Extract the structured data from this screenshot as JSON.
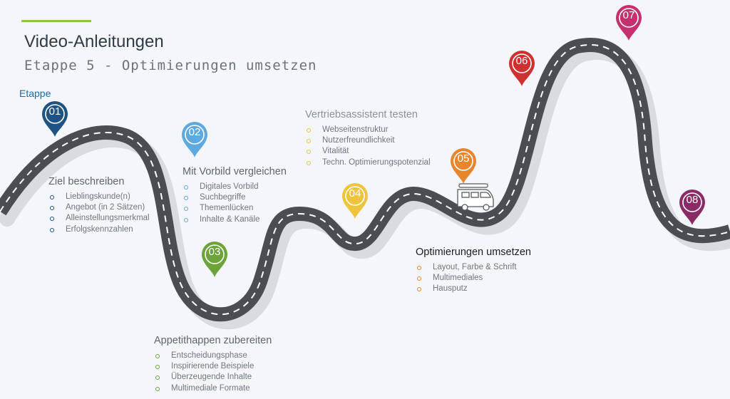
{
  "header": {
    "title": "Video-Anleitungen",
    "subtitle": "Etappe 5 - Optimierungen umsetzen",
    "etappe_label": "Etappe"
  },
  "colors": {
    "accent_line": "#8dc63f",
    "road": "#4a4d51",
    "road_shadow": "#d9dcdf",
    "road_dash": "#ffffff"
  },
  "stages": [
    {
      "number": "01",
      "color": "#1f5383",
      "heading": "Ziel beschreiben",
      "heading_color": "#5d6770",
      "items": [
        "Lieblingskunde(n)",
        "Angebot (in 2 Sätzen)",
        "Alleinstellungsmerkmal",
        "Erfolgskennzahlen"
      ]
    },
    {
      "number": "02",
      "color": "#5eaae0",
      "heading": "Mit Vorbild vergleichen",
      "heading_color": "#5d6770",
      "items": [
        "Digitales Vorbild",
        "Suchbegriffe",
        "Themenlücken",
        "Inhalte & Kanäle"
      ]
    },
    {
      "number": "03",
      "color": "#6da43a",
      "heading": "Appetithappen zubereiten",
      "heading_color": "#5d6770",
      "items": [
        "Entscheidungsphase",
        "Inspirierende Beispiele",
        "Überzeugende Inhalte",
        "Multimediale Formate"
      ]
    },
    {
      "number": "04",
      "color": "#eec43c",
      "heading": "Vertriebsassistent testen",
      "heading_color": "#8a9299",
      "items": [
        "Webseitenstruktur",
        "Nutzerfreundlichkeit",
        "Vitalität",
        "Techn. Optimierungspotenzial"
      ]
    },
    {
      "number": "05",
      "color": "#e6872f",
      "heading": "Optimierungen umsetzen",
      "heading_color": "#1a1e22",
      "items": [
        "Layout, Farbe & Schrift",
        "Multimediales",
        "Hausputz"
      ]
    },
    {
      "number": "06",
      "color": "#cf3030",
      "heading": "",
      "heading_color": "#5d6770",
      "items": []
    },
    {
      "number": "07",
      "color": "#c6306f",
      "heading": "",
      "heading_color": "#5d6770",
      "items": []
    },
    {
      "number": "08",
      "color": "#8a2a66",
      "heading": "",
      "heading_color": "#5d6770",
      "items": []
    }
  ],
  "vehicle": {
    "icon": "camper-van-icon"
  }
}
